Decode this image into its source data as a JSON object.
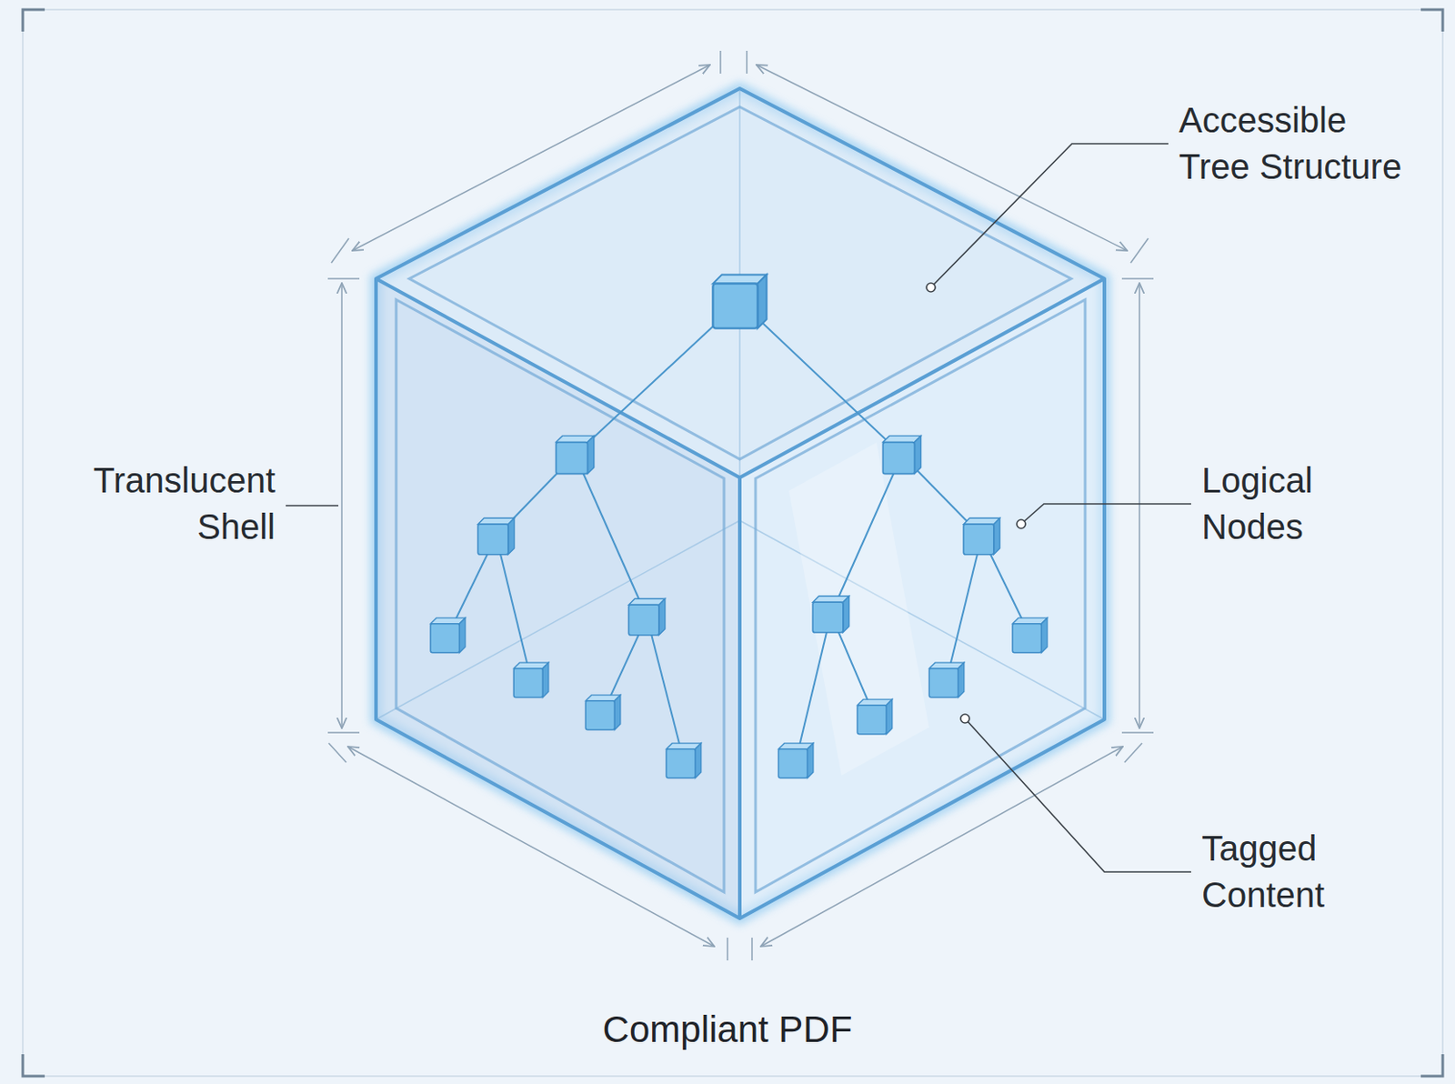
{
  "diagram": {
    "caption": "Compliant PDF",
    "labels": [
      "Accessible Tree Structure",
      "Translucent Shell",
      "Logical Nodes",
      "Tagged Content"
    ]
  }
}
